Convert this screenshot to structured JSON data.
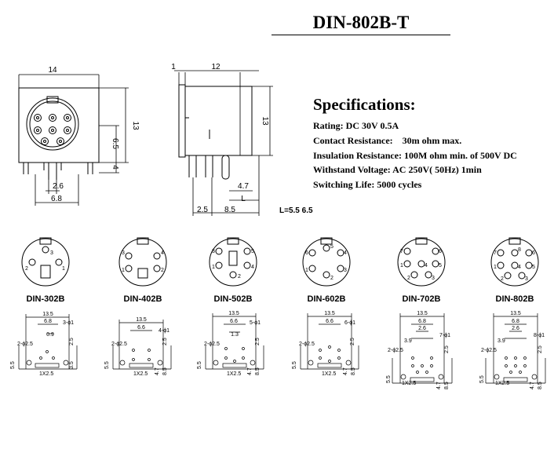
{
  "title": "DIN-802B-T",
  "front_view": {
    "width": "14",
    "height": "13",
    "pin_row": "6.5",
    "lead_len": "4",
    "pitch": "2.6",
    "lead_span": "6.8"
  },
  "side_view": {
    "flange": "1",
    "depth": "12",
    "height": "13",
    "offset": "4.7",
    "l_label": "L",
    "pin_pos": "2.5",
    "body_len": "8.5"
  },
  "l_note": "L=5.5  6.5",
  "specifications": {
    "heading": "Specifications:",
    "lines": [
      "Rating: DC 30V 0.5A",
      "Contact Resistance:    30m ohm max.",
      "Insulation Resistance: 100M ohm min. of 500V DC",
      "Withstand Voltage: AC 250V( 50Hz) 1min",
      "Switching Life: 5000 cycles"
    ]
  },
  "models": [
    {
      "name": "DIN-302B",
      "pins": [
        "1",
        "2",
        "3"
      ],
      "footprint": {
        "width": "13.5",
        "d1": "6.8",
        "d2": "0.9",
        "hole": "3-ϕ1",
        "mount": "2-ϕ2.5",
        "v1": "2.5",
        "v2": "5.5",
        "v3": "3.5",
        "slot": "1X2.5"
      }
    },
    {
      "name": "DIN-402B",
      "pins": [
        "1",
        "2",
        "3",
        "4"
      ],
      "footprint": {
        "width": "13.5",
        "d1": "6.6",
        "hole": "4-ϕ1",
        "mount": "2-ϕ2.5",
        "v1": "2.5",
        "v2": "5.5",
        "v3": "4.7",
        "v4": "8.5",
        "slot": "1X2.5"
      }
    },
    {
      "name": "DIN-502B",
      "pins": [
        "1",
        "2",
        "3",
        "4",
        "5"
      ],
      "footprint": {
        "width": "13.5",
        "d1": "6.6",
        "d2": "1.3",
        "hole": "5-ϕ1",
        "mount": "2-ϕ2.5",
        "v1": "2.5",
        "v2": "5.5",
        "v3": "4.7",
        "v4": "8.5",
        "slot": "1X2.5"
      }
    },
    {
      "name": "DIN-602B",
      "pins": [
        "1",
        "2",
        "3",
        "4",
        "5",
        "6"
      ],
      "footprint": {
        "width": "13.5",
        "d1": "6.6",
        "hole": "6-ϕ1",
        "mount": "2-ϕ2.5",
        "v1": "2.5",
        "v2": "5.5",
        "v3": "4.7",
        "v4": "8.5",
        "slot": "1X2.5"
      }
    },
    {
      "name": "DIN-702B",
      "pins": [
        "1",
        "2",
        "3",
        "4",
        "5",
        "6",
        "7"
      ],
      "footprint": {
        "width": "13.5",
        "d1": "6.8",
        "d2": "2.6",
        "d3": "3.9",
        "hole": "7-ϕ1",
        "mount": "2-ϕ2.5",
        "v1": "2.5",
        "v2": "5.5",
        "v3": "4.7",
        "v4": "8.5",
        "slot": "1X2.5"
      }
    },
    {
      "name": "DIN-802B",
      "pins": [
        "1",
        "2",
        "3",
        "4",
        "5",
        "6",
        "7",
        "8"
      ],
      "footprint": {
        "width": "13.5",
        "d1": "6.8",
        "d2": "2.6",
        "d3": "3.9",
        "hole": "8-ϕ1",
        "mount": "2-ϕ2.5",
        "v1": "2.5",
        "v2": "5.5",
        "v3": "4.7",
        "v4": "8.5",
        "slot": "1X2.5"
      }
    }
  ]
}
